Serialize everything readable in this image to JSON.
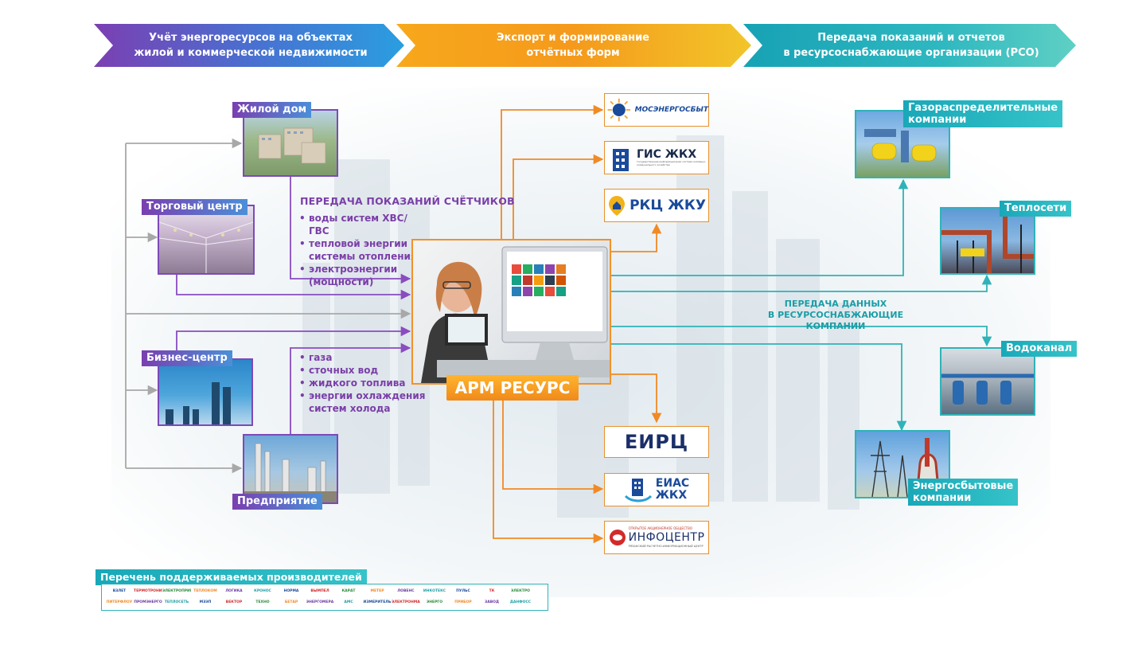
{
  "header": {
    "arrow1": [
      "Учёт энергоресурсов на объектах",
      "жилой и коммерческой недвижимости"
    ],
    "arrow2": [
      "Экспорт и формирование",
      "отчётных форм"
    ],
    "arrow3": [
      "Передача показаний и отчетов",
      "в ресурсоснабжающие организации (РСО)"
    ]
  },
  "objects": {
    "residential": "Жилой дом",
    "mall": "Торговый центр",
    "business": "Бизнес-центр",
    "enterprise": "Предприятие"
  },
  "readings": {
    "title": "ПЕРЕДАЧА ПОКАЗАНИЙ СЧЁТЧИКОВ",
    "list1": [
      "воды систем ХВС/ГВС",
      "тепловой энергии",
      "электроэнергии"
    ],
    "list1_cont": [
      "системы отопления",
      "(мощности)"
    ],
    "list2": [
      "газа",
      "сточных вод",
      "жидкого топлива",
      "энергии  охлаждения"
    ],
    "list2_cont": "систем холода"
  },
  "center": {
    "label": "АРМ РЕСУРС"
  },
  "reports": {
    "mosenergosbyt": "МОСЭНЕРГОСБЫТ",
    "gis": "ГИС ЖКХ",
    "gis_sub": "Государственная информационная система жилищно-коммунального хозяйства",
    "rkc": "РКЦ ЖКУ",
    "eirc": "ЕИРЦ",
    "eias": [
      "ЕИАС",
      "ЖКХ"
    ],
    "infocenter_top": "ОТКРЫТОЕ АКЦИОНЕРНОЕ ОБЩЕСТВО",
    "infocenter": "ИНФОЦЕНТР",
    "infocenter_sub": "РЯЗАНСКИЙ РАСЧЕТНО-ИНФОРМАЦИОННЫЙ ЦЕНТР"
  },
  "rso": {
    "transfer": [
      "ПЕРЕДАЧА ДАННЫХ",
      "В РЕСУРСОСНАБЖАЮЩИЕ КОМПАНИИ"
    ],
    "gas": [
      "Газораспределительные",
      "компании"
    ],
    "heat": "Теплосети",
    "water": "Водоканал",
    "energy": [
      "Энергосбытовые",
      "компании"
    ]
  },
  "manufacturers": {
    "title": "Перечень поддерживаемых производителей",
    "logos": [
      "ВЗЛЕТ",
      "ТЕРМОТРОНИК",
      "ЭЛЕКТРОПРИБОР",
      "ТЕПЛОКОМ",
      "ЛОГИКА",
      "КРОНОС",
      "НОРМА",
      "ВЫМПЕЛ",
      "КАРАТ",
      "МЕТЕР",
      "ЛОВЕНС",
      "ИНКОТЕКС",
      "ПУЛЬС",
      "ТК",
      "ЭЛЕКТРО",
      "ПИТЕРФЛОУ",
      "ПРОМЭНЕРГО",
      "ТЕПЛОСЕТЬ",
      "МЗЭП",
      "ВЕКТОР",
      "ТЕХНО",
      "БЕТАР",
      "ЭНЕРГОМЕРА",
      "АМС",
      "ИЗМЕРИТЕЛЬ",
      "ЭЛЕКТРОНМАШ",
      "ЭНЕРГО",
      "ПРИБОР",
      "ЗАВОД",
      "ДАНФОСС"
    ]
  },
  "colors": {
    "purple": "#7a3fb0",
    "orange": "#f08a24",
    "teal": "#2fb3b8",
    "gray": "#a8a8a8",
    "blue": "#1a4a9a"
  }
}
